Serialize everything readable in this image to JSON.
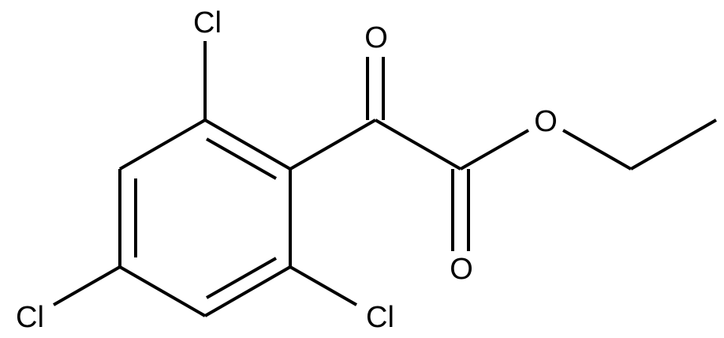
{
  "atoms": {
    "cl_top": "Cl",
    "cl_left": "Cl",
    "cl_bottom_right": "Cl",
    "o_ketone": "O",
    "o_ester_single": "O",
    "o_ester_double": "O"
  },
  "colors": {
    "bond": "#000000",
    "label": "#000000",
    "background": "#ffffff"
  }
}
